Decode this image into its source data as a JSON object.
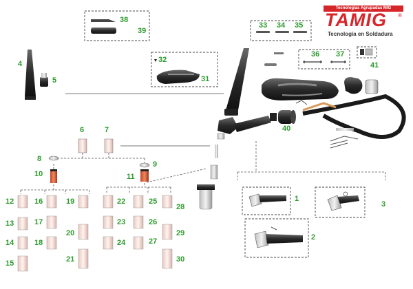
{
  "brand": {
    "top_strip": "Tecnologías Agrupadas MIG",
    "name": "TAMIG",
    "registered": "®",
    "tagline": "Tecnología en Soldadura",
    "color": "#d7262a"
  },
  "label_color": "#2e9a2e",
  "part_numbers": [
    "1",
    "2",
    "3",
    "4",
    "5",
    "6",
    "7",
    "8",
    "9",
    "10",
    "11",
    "12",
    "13",
    "14",
    "15",
    "16",
    "17",
    "18",
    "19",
    "20",
    "21",
    "22",
    "23",
    "24",
    "25",
    "26",
    "27",
    "28",
    "29",
    "30",
    "31",
    "32",
    "33",
    "34",
    "35",
    "36",
    "37",
    "38",
    "39",
    "40",
    "41"
  ]
}
